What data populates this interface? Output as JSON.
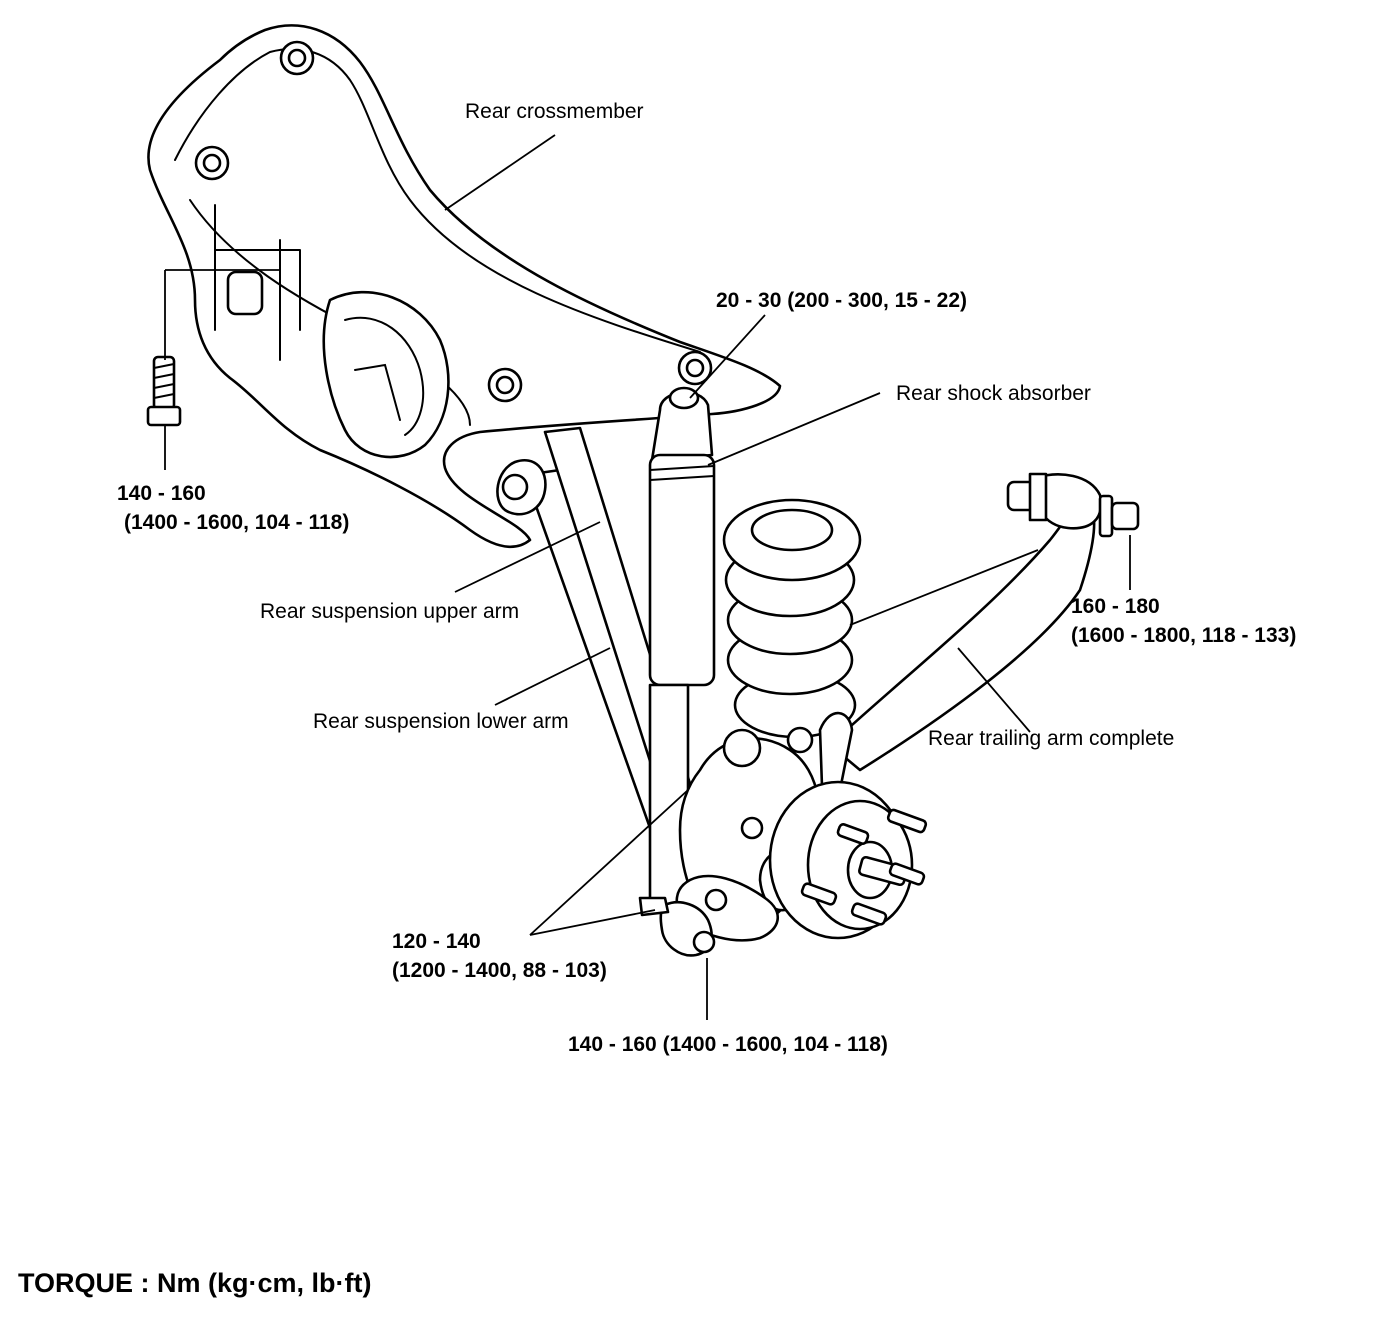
{
  "colors": {
    "ink": "#000000",
    "paper": "#ffffff"
  },
  "components": {
    "crossmember": "Rear crossmember",
    "shock_absorber": "Rear shock absorber",
    "upper_arm": "Rear suspension upper arm",
    "lower_arm": "Rear suspension lower arm",
    "trailing_arm": "Rear trailing arm complete"
  },
  "torques": {
    "shock_top": "20 - 30 (200 - 300, 15 - 22)",
    "crossmember_bolt_line1": "140 - 160",
    "crossmember_bolt_line2": "(1400 - 1600, 104 - 118)",
    "trailing_arm_bolt_line1": "160 - 180",
    "trailing_arm_bolt_line2": "(1600 - 1800, 118 - 133)",
    "knuckle_bolts_line1": "120 - 140",
    "knuckle_bolts_line2": "(1200 - 1400, 88 - 103)",
    "lower_bolt": "140 - 160 (1400 - 1600, 104 - 118)"
  },
  "footer": {
    "torque_units": "TORQUE : Nm (kg·cm, lb·ft)"
  }
}
